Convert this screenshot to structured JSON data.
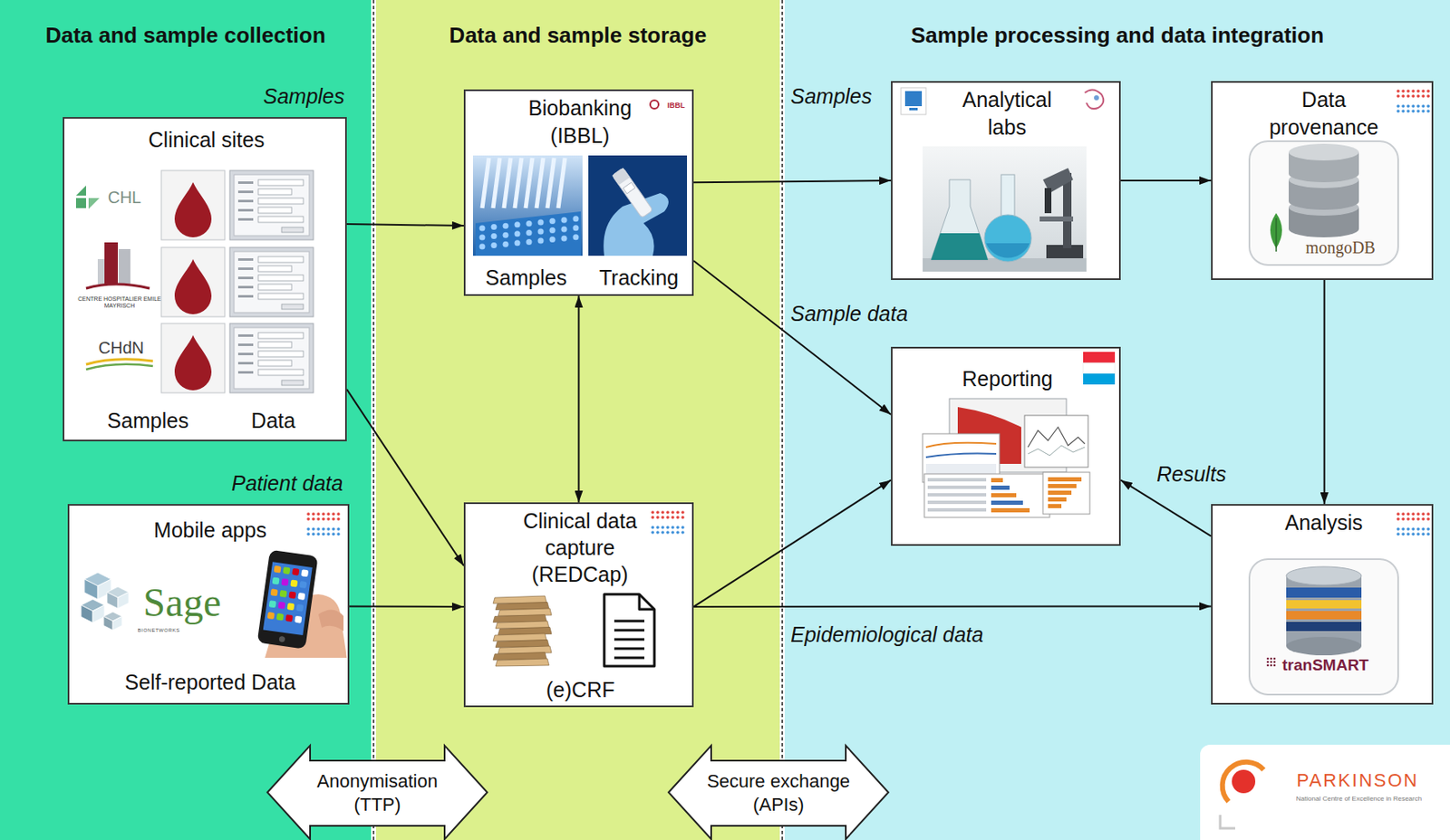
{
  "diagram": {
    "nodes": [
      {
        "text": [
          "Data and sample collection"
        ]
      },
      {
        "text": [
          "Data and sample storage"
        ]
      },
      {
        "text": [
          "Sample processing and data integration"
        ]
      },
      {
        "text": [
          "Clinical sites",
          "CHL",
          "CENTRE HOSPITALIER EMILE MAYRISCH",
          "CHdN",
          "Samples",
          "Data"
        ],
        "in": 0
      },
      {
        "text": [
          "Mobile apps",
          "Sage",
          "BIONETWORKS",
          "Self-reported Data"
        ],
        "in": 0
      },
      {
        "text": [
          "Biobanking (IBBL)",
          "IBBL",
          "Samples",
          "Tracking"
        ],
        "in": 1
      },
      {
        "text": [
          "Clinical data capture (REDCap)",
          "(e)CRF"
        ],
        "in": 1
      },
      {
        "text": [
          "Analytical labs"
        ],
        "in": 2
      },
      {
        "text": [
          "Data provenance",
          "mongoDB"
        ],
        "in": 2
      },
      {
        "text": [
          "Reporting"
        ],
        "in": 2
      },
      {
        "text": [
          "Analysis",
          "tranSMART"
        ],
        "in": 2
      },
      {
        "text": [
          "Anonymisation (TTP)"
        ]
      },
      {
        "text": [
          "Secure exchange (APIs)"
        ]
      },
      {
        "text": [
          "PARKINSON",
          "National Centre of Excellence in Research"
        ],
        "in": 2
      }
    ],
    "edges": [
      {
        "from": 3,
        "to": 5,
        "arrow": "to"
      },
      {
        "from": 3,
        "to": 6,
        "arrow": "to"
      },
      {
        "from": 4,
        "to": 6,
        "arrow": "to"
      },
      {
        "from": 5,
        "to": 6,
        "arrow": "both"
      },
      {
        "from": 5,
        "to": 7,
        "arrow": "to",
        "label": "Samples"
      },
      {
        "from": 5,
        "to": 9,
        "arrow": "to",
        "label": "Sample data"
      },
      {
        "from": 6,
        "to": 9,
        "arrow": "to"
      },
      {
        "from": 6,
        "to": 10,
        "arrow": "to",
        "label": "Epidemiological data"
      },
      {
        "from": 7,
        "to": 8,
        "arrow": "to"
      },
      {
        "from": 8,
        "to": 10,
        "arrow": "to"
      },
      {
        "from": 10,
        "to": 9,
        "arrow": "to",
        "label": "Results"
      }
    ],
    "labels": [
      "Samples",
      "Patient data"
    ]
  }
}
